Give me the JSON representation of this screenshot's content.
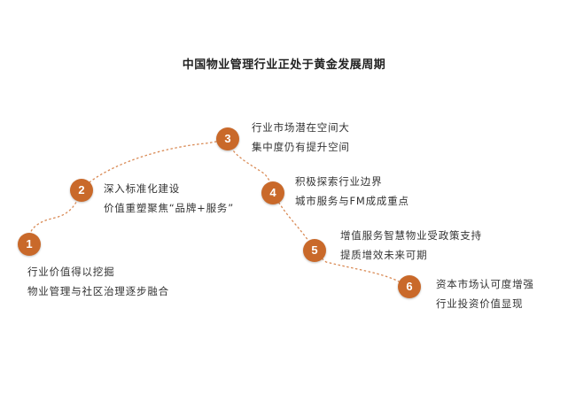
{
  "title": "中国物业管理行业正处于黄金发展周期",
  "path_color": "#d98a55",
  "node_color": "#c9692a",
  "steps": [
    {
      "number": "1",
      "lines": [
        "行业价值得以挖掘",
        "物业管理与社区治理逐步融合"
      ]
    },
    {
      "number": "2",
      "lines": [
        "深入标准化建设",
        "价值重塑聚焦“品牌+服务”"
      ]
    },
    {
      "number": "3",
      "lines": [
        "行业市场潜在空间大",
        "集中度仍有提升空间"
      ]
    },
    {
      "number": "4",
      "lines": [
        "积极探索行业边界",
        "城市服务与FM成成重点"
      ]
    },
    {
      "number": "5",
      "lines": [
        "增值服务智慧物业受政策支持",
        "提质增效未来可期"
      ]
    },
    {
      "number": "6",
      "lines": [
        "资本市场认可度增强",
        "行业投资价值显现"
      ]
    }
  ]
}
